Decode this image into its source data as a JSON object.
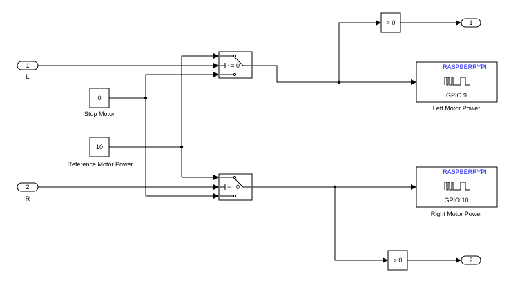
{
  "inports": [
    {
      "number": "1",
      "label": "L"
    },
    {
      "number": "2",
      "label": "R"
    }
  ],
  "constants": [
    {
      "value": "0",
      "label": "Stop Motor"
    },
    {
      "value": "10",
      "label": "Reference Motor Power"
    }
  ],
  "switches": [
    {
      "criteria": "~= 0"
    },
    {
      "criteria": "~= 0"
    }
  ],
  "compares": [
    {
      "text": "> 0"
    },
    {
      "text": "> 0"
    }
  ],
  "outports": [
    {
      "number": "1"
    },
    {
      "number": "2"
    }
  ],
  "pwm_blocks": [
    {
      "vendor": "RASPBERRYPI",
      "pin": "GPIO 9",
      "label": "Left Motor Power"
    },
    {
      "vendor": "RASPBERRYPI",
      "pin": "GPIO 10",
      "label": "Right Motor Power"
    }
  ],
  "colors": {
    "vendor_text": "#1a1aff"
  }
}
